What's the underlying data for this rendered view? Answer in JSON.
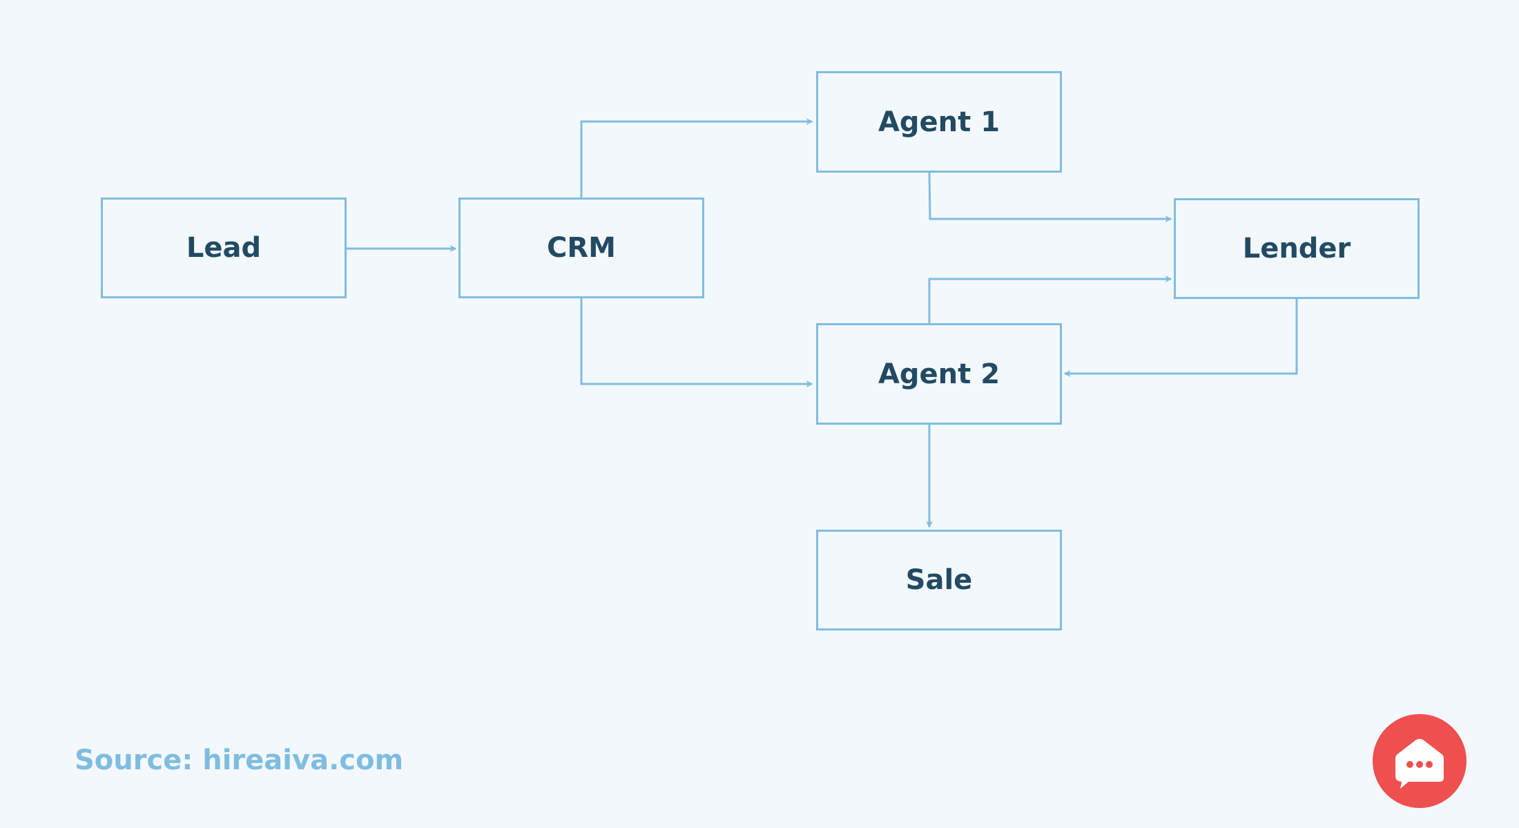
{
  "nodes": {
    "lead": "Lead",
    "crm": "CRM",
    "agent1": "Agent 1",
    "lender": "Lender",
    "agent2": "Agent 2",
    "sale": "Sale"
  },
  "edges": [
    {
      "from": "Lead",
      "to": "CRM"
    },
    {
      "from": "CRM",
      "to": "Agent 1"
    },
    {
      "from": "CRM",
      "to": "Agent 2"
    },
    {
      "from": "Agent 1",
      "to": "Lender"
    },
    {
      "from": "Agent 2",
      "to": "Lender"
    },
    {
      "from": "Lender",
      "to": "Agent 2"
    },
    {
      "from": "Agent 2",
      "to": "Sale"
    }
  ],
  "source_note": "Source: hireaiva.com",
  "logo": {
    "icon": "chat-house-icon"
  },
  "colors": {
    "background": "#f3f8fd",
    "box_border": "#7fbde0",
    "arrow": "#7fbde0",
    "text": "#224a63",
    "source_text": "#7fbde0",
    "logo_red": "#ee4f4f"
  }
}
